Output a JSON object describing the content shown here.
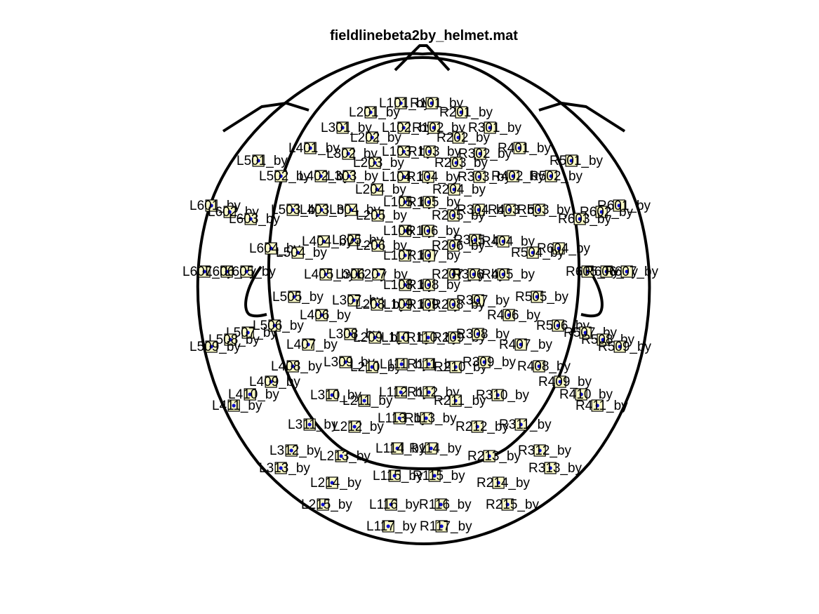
{
  "figure": {
    "title": "fieldlinebeta2by_helmet.mat",
    "channels": [
      "L101_by",
      "R101_by",
      "L201_by",
      "R201_by",
      "L301_by",
      "L102_by",
      "R102_by",
      "R301_by",
      "L202_by",
      "R202_by",
      "L401_by",
      "L103_by",
      "R103_by",
      "R401_by",
      "L302_by",
      "R302_by",
      "L501_by",
      "L203_by",
      "R203_by",
      "R501_by",
      "L502_by",
      "L402_by",
      "L303_by",
      "L104_by",
      "R104_by",
      "R303_by",
      "R402_by",
      "R502_by",
      "L204_by",
      "R204_by",
      "L105_by",
      "R105_by",
      "L601_by",
      "R601_by",
      "L602_by",
      "L503_by",
      "L403_by",
      "L304_by",
      "R304_by",
      "R403_by",
      "R503_by",
      "R602_by",
      "L205_by",
      "R205_by",
      "L603_by",
      "R603_by",
      "L106_by",
      "R106_by",
      "L305_by",
      "R305_by",
      "L404_by",
      "R404_by",
      "L206_by",
      "R206_by",
      "L604_by",
      "R604_by",
      "L504_by",
      "R504_by",
      "L107_by",
      "R107_by",
      "L607_by",
      "L606_by",
      "L605_by",
      "R605_by",
      "R606_by",
      "R607_by",
      "L405_by",
      "L306_by",
      "L207_by",
      "R207_by",
      "R306_by",
      "R405_by",
      "L108_by",
      "R108_by",
      "L505_by",
      "R505_by",
      "L307_by",
      "R307_by",
      "L208_by",
      "L109_by",
      "R109_by",
      "R208_by",
      "L406_by",
      "R406_by",
      "L506_by",
      "R506_by",
      "L507_by",
      "R507_by",
      "L508_by",
      "R508_by",
      "L509_by",
      "R509_by",
      "L308_by",
      "L209_by",
      "L110_by",
      "R110_by",
      "R209_by",
      "R308_by",
      "L407_by",
      "R407_by",
      "L309_by",
      "L210_by",
      "L111_by",
      "R111_by",
      "R210_by",
      "R309_by",
      "L408_by",
      "R408_by",
      "L409_by",
      "R409_by",
      "L410_by",
      "R410_by",
      "L411_by",
      "R411_by",
      "L310_by",
      "L211_by",
      "L112_by",
      "R112_by",
      "R211_by",
      "R310_by",
      "L113_by",
      "R113_by",
      "L311_by",
      "L212_by",
      "R212_by",
      "R311_by",
      "L312_by",
      "L213_by",
      "L114_by",
      "R114_by",
      "R213_by",
      "R312_by",
      "L313_by",
      "R313_by",
      "L115_by",
      "R115_by",
      "L214_by",
      "R214_by",
      "L215_by",
      "L116_by",
      "R116_by",
      "R215_by",
      "L117_by",
      "R117_by"
    ]
  },
  "colors": {
    "outline": "#000000",
    "sensor_fill": "#ffffc8",
    "sensor_dot": "#1010d0"
  }
}
